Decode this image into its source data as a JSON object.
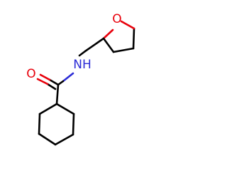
{
  "molecule": {
    "atoms": {
      "ring_oxygen": {
        "symbol": "O",
        "color": "#e8000b"
      },
      "carbonyl_oxygen": {
        "symbol": "O",
        "color": "#e8000b"
      },
      "amide_nitrogen": {
        "symbol": "NH",
        "color": "#2b2bd6"
      }
    },
    "colors": {
      "bond": "#000000",
      "oxygen": "#e8000b",
      "nitrogen": "#2b2bd6",
      "background": "#ffffff"
    }
  }
}
